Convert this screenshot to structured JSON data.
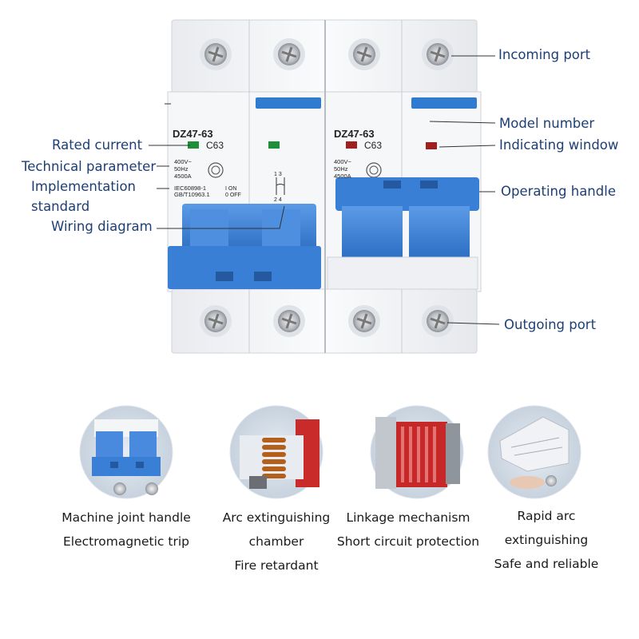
{
  "labels": {
    "incoming_port": "Incoming port",
    "model_number": "Model number",
    "indicating_window": "Indicating window",
    "operating_handle": "Operating handle",
    "outgoing_port": "Outgoing port",
    "rated_current": "Rated current",
    "technical_parameter": "Technical parameter",
    "implementation_standard_line1": "Implementation",
    "implementation_standard_line2": "standard",
    "wiring_diagram": "Wiring diagram"
  },
  "device_text": {
    "model_left": "DZ47-63",
    "model_right": "DZ47-63",
    "rating_left": "C63",
    "rating_right": "C63",
    "voltage": "400V~",
    "frequency": "50Hz",
    "breaking": "4500A",
    "standard_1": "IEC60898-1",
    "standard_2": "GB/T10963.1",
    "on_label": "I ON",
    "off_label": "0 OFF",
    "terminals_top": "1 3",
    "terminals_bottom": "2 4",
    "right_voltage": "400V~",
    "right_frequency": "50Hz",
    "right_breaking": "4500A"
  },
  "features": [
    {
      "lines": [
        "Machine joint handle",
        "Electromagnetic trip"
      ]
    },
    {
      "lines": [
        "Arc extinguishing",
        "chamber",
        "Fire retardant"
      ]
    },
    {
      "lines": [
        "Linkage mechanism",
        "Short circuit protection"
      ]
    },
    {
      "lines": [
        "Rapid arc",
        "extinguishing",
        "Safe and reliable"
      ]
    }
  ],
  "colors": {
    "label_text": "#1d3f75",
    "handle_blue": "#3b7fd4",
    "window_green": "#1f8f3a",
    "window_red": "#a02020",
    "body_white": "#f4f5f7"
  }
}
